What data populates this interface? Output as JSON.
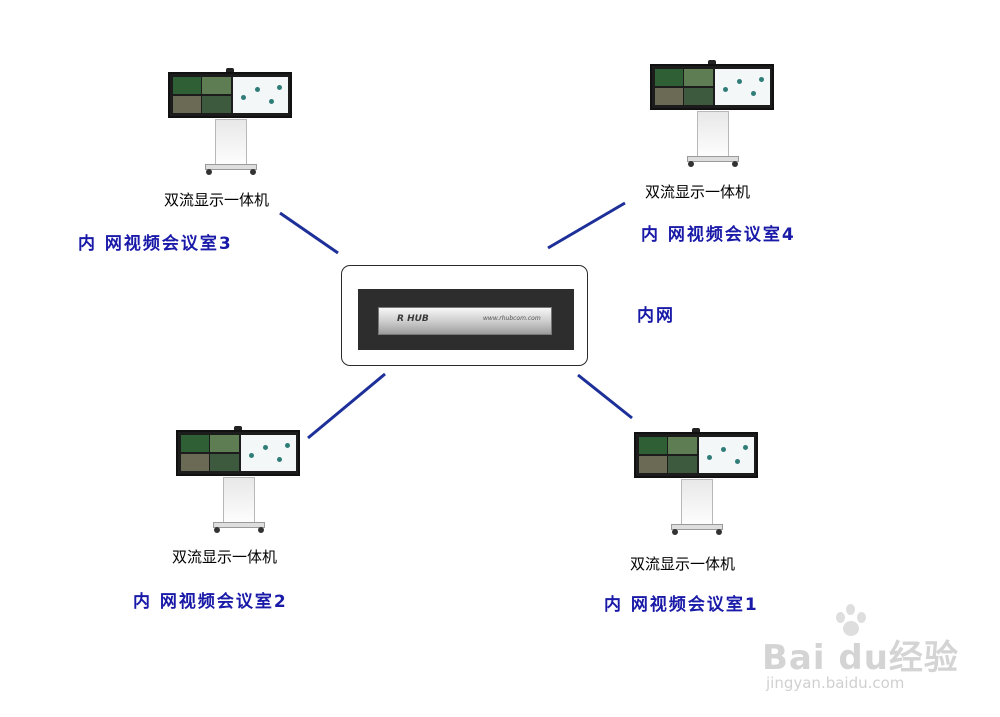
{
  "diagram": {
    "hub": {
      "logo_text": "R HUB",
      "url_text": "www.rhubcom.com"
    },
    "network_label": "内网",
    "stations": [
      {
        "device_label": "双流显示一体机",
        "room_label": "内 网视频会议室3"
      },
      {
        "device_label": "双流显示一体机",
        "room_label": "内 网视频会议室4"
      },
      {
        "device_label": "双流显示一体机",
        "room_label": "内 网视频会议室2"
      },
      {
        "device_label": "双流显示一体机",
        "room_label": "内 网视频会议室1"
      }
    ],
    "colors": {
      "link_line": "#1d2f99",
      "room_label": "#1a1aa8",
      "device_label": "#000000",
      "hub_frame_background": "#2d2d2d"
    }
  },
  "watermark": {
    "brand": "Bai du经验",
    "url": "jingyan.baidu.com"
  }
}
